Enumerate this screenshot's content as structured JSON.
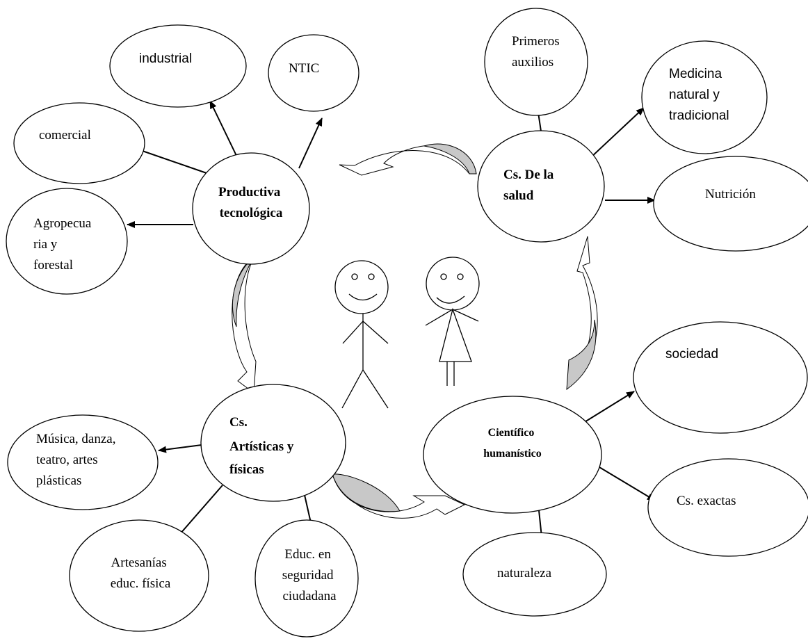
{
  "colors": {
    "stroke": "#000000",
    "fill": "#ffffff",
    "arrow_fill": "#c8c8c8"
  },
  "hubs": {
    "productiva": [
      "Productiva",
      "tecnológica"
    ],
    "salud": [
      "Cs. De la",
      "salud"
    ],
    "artisticas": [
      "Cs.",
      "Artísticas y",
      "físicas"
    ],
    "cientifico": [
      "Científico",
      "humanístico"
    ]
  },
  "leaves": {
    "industrial": [
      "industrial"
    ],
    "ntic": [
      "NTIC"
    ],
    "comercial": [
      "comercial"
    ],
    "agropecuaria": [
      "Agropecua",
      "ria y",
      "forestal"
    ],
    "primeros_auxilios": [
      "Primeros",
      "auxilios"
    ],
    "medicina": [
      "Medicina",
      "natural y",
      "tradicional"
    ],
    "nutricion": [
      "Nutrición"
    ],
    "sociedad": [
      "sociedad"
    ],
    "cs_exactas": [
      "Cs. exactas"
    ],
    "naturaleza": [
      "naturaleza"
    ],
    "musica": [
      "Música, danza,",
      "teatro, artes",
      "plásticas"
    ],
    "artesanias": [
      "Artesanías",
      "educ. física"
    ],
    "educ_seguridad": [
      "Educ. en",
      "seguridad",
      "ciudadana"
    ]
  },
  "figures": [
    "boy-figure",
    "girl-figure"
  ]
}
